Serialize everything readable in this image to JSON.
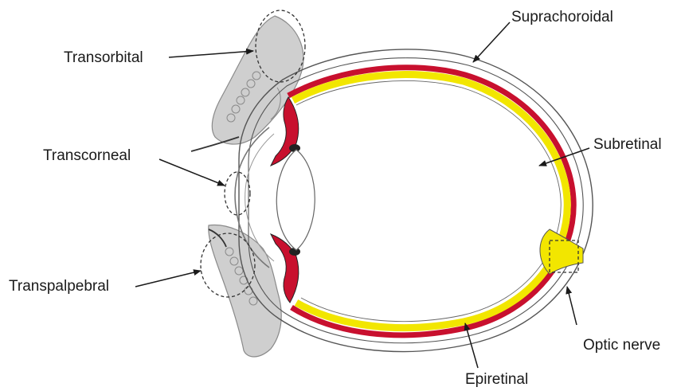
{
  "labels": {
    "suprachoroidal": "Suprachoroidal",
    "transorbital": "Transorbital",
    "transcorneal": "Transcorneal",
    "subretinal": "Subretinal",
    "transpalpebral": "Transpalpebral",
    "optic_nerve": "Optic nerve",
    "epiretinal": "Epiretinal"
  },
  "colors": {
    "choroid_red": "#c8102e",
    "retina_yellow": "#f2e600",
    "lid_gray": "#cfcfcf",
    "outline": "#555555"
  }
}
